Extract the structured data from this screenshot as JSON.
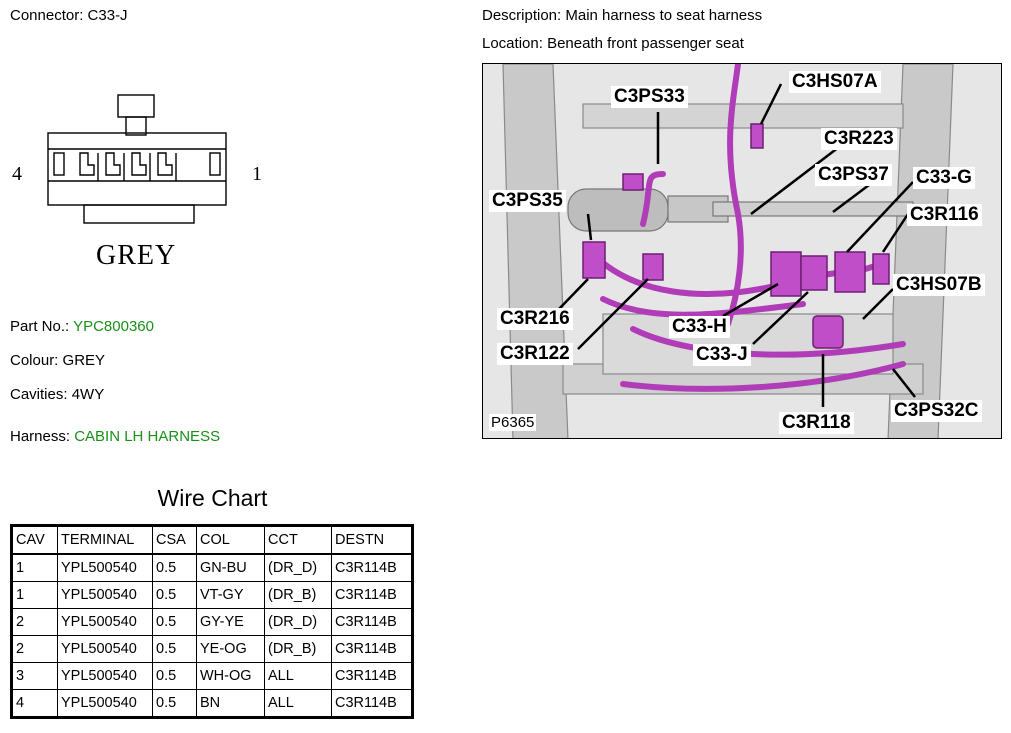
{
  "connector": {
    "label": "Connector:",
    "id": "C33-J",
    "pin_left": "4",
    "pin_right": "1",
    "colour_text": "GREY"
  },
  "description": {
    "label": "Description:",
    "value": "Main harness to seat harness"
  },
  "location": {
    "label": "Location:",
    "value": "Beneath front passenger seat"
  },
  "part_no": {
    "label": "Part No.:",
    "value": "YPC800360"
  },
  "colour": {
    "label": "Colour:",
    "value": "GREY"
  },
  "cavities": {
    "label": "Cavities:",
    "value": "4WY"
  },
  "harness": {
    "label": "Harness:",
    "value": "CABIN LH HARNESS"
  },
  "figure": {
    "id": "P6365",
    "callouts": [
      "C3PS33",
      "C3HS07A",
      "C3R223",
      "C3PS37",
      "C33-G",
      "C3PS35",
      "C3R116",
      "C3HS07B",
      "C3R216",
      "C33-H",
      "C3R122",
      "C33-J",
      "C3R118",
      "C3PS32C"
    ]
  },
  "wire_chart": {
    "title": "Wire Chart",
    "headers": [
      "CAV",
      "TERMINAL",
      "CSA",
      "COL",
      "CCT",
      "DESTN"
    ],
    "rows": [
      [
        "1",
        "YPL500540",
        "0.5",
        "GN-BU",
        "(DR_D)",
        "C3R114B"
      ],
      [
        "1",
        "YPL500540",
        "0.5",
        "VT-GY",
        "(DR_B)",
        "C3R114B"
      ],
      [
        "2",
        "YPL500540",
        "0.5",
        "GY-YE",
        "(DR_D)",
        "C3R114B"
      ],
      [
        "2",
        "YPL500540",
        "0.5",
        "YE-OG",
        "(DR_B)",
        "C3R114B"
      ],
      [
        "3",
        "YPL500540",
        "0.5",
        "WH-OG",
        "ALL",
        "C3R114B"
      ],
      [
        "4",
        "YPL500540",
        "0.5",
        "BN",
        "ALL",
        "C3R114B"
      ]
    ]
  },
  "colors": {
    "green_text": "#1a8f1a",
    "harness_magenta": "#b03cb8"
  }
}
